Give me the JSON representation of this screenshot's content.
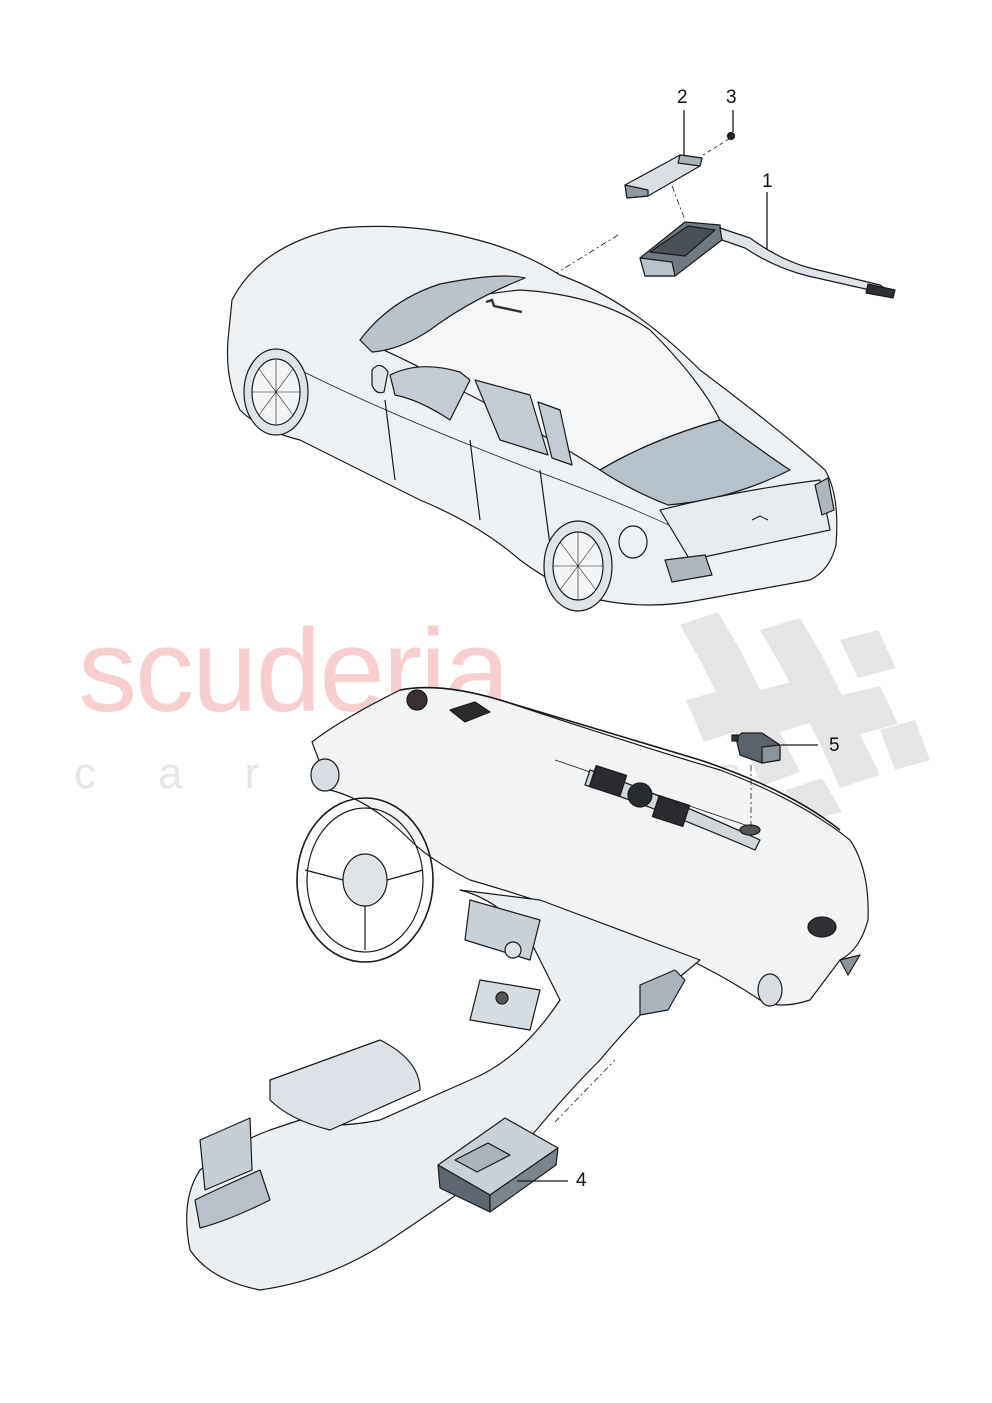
{
  "diagram": {
    "type": "exploded parts diagram",
    "subject": "vehicle interior electronic components (roof module, dashboard sensor, console module)",
    "callouts": [
      {
        "id": "1",
        "label": "1",
        "part": "roof module with ribbon cable"
      },
      {
        "id": "2",
        "label": "2",
        "part": "bracket / cover strip"
      },
      {
        "id": "3",
        "label": "3",
        "part": "screw"
      },
      {
        "id": "4",
        "label": "4",
        "part": "control unit in center console"
      },
      {
        "id": "5",
        "label": "5",
        "part": "sensor on dashboard top"
      }
    ]
  },
  "watermark": {
    "brand": "scuderia",
    "sub": "car parts",
    "brand_color": "#f6c7c7",
    "sub_color": "#e6e6e6",
    "flag_color": "#e3e3e3"
  },
  "colors": {
    "line": "#1a1a1a",
    "body_fill": "#eef1f4",
    "shade": "#c9d2da",
    "glass": "#b5c1cb",
    "dark": "#3c3f44"
  }
}
